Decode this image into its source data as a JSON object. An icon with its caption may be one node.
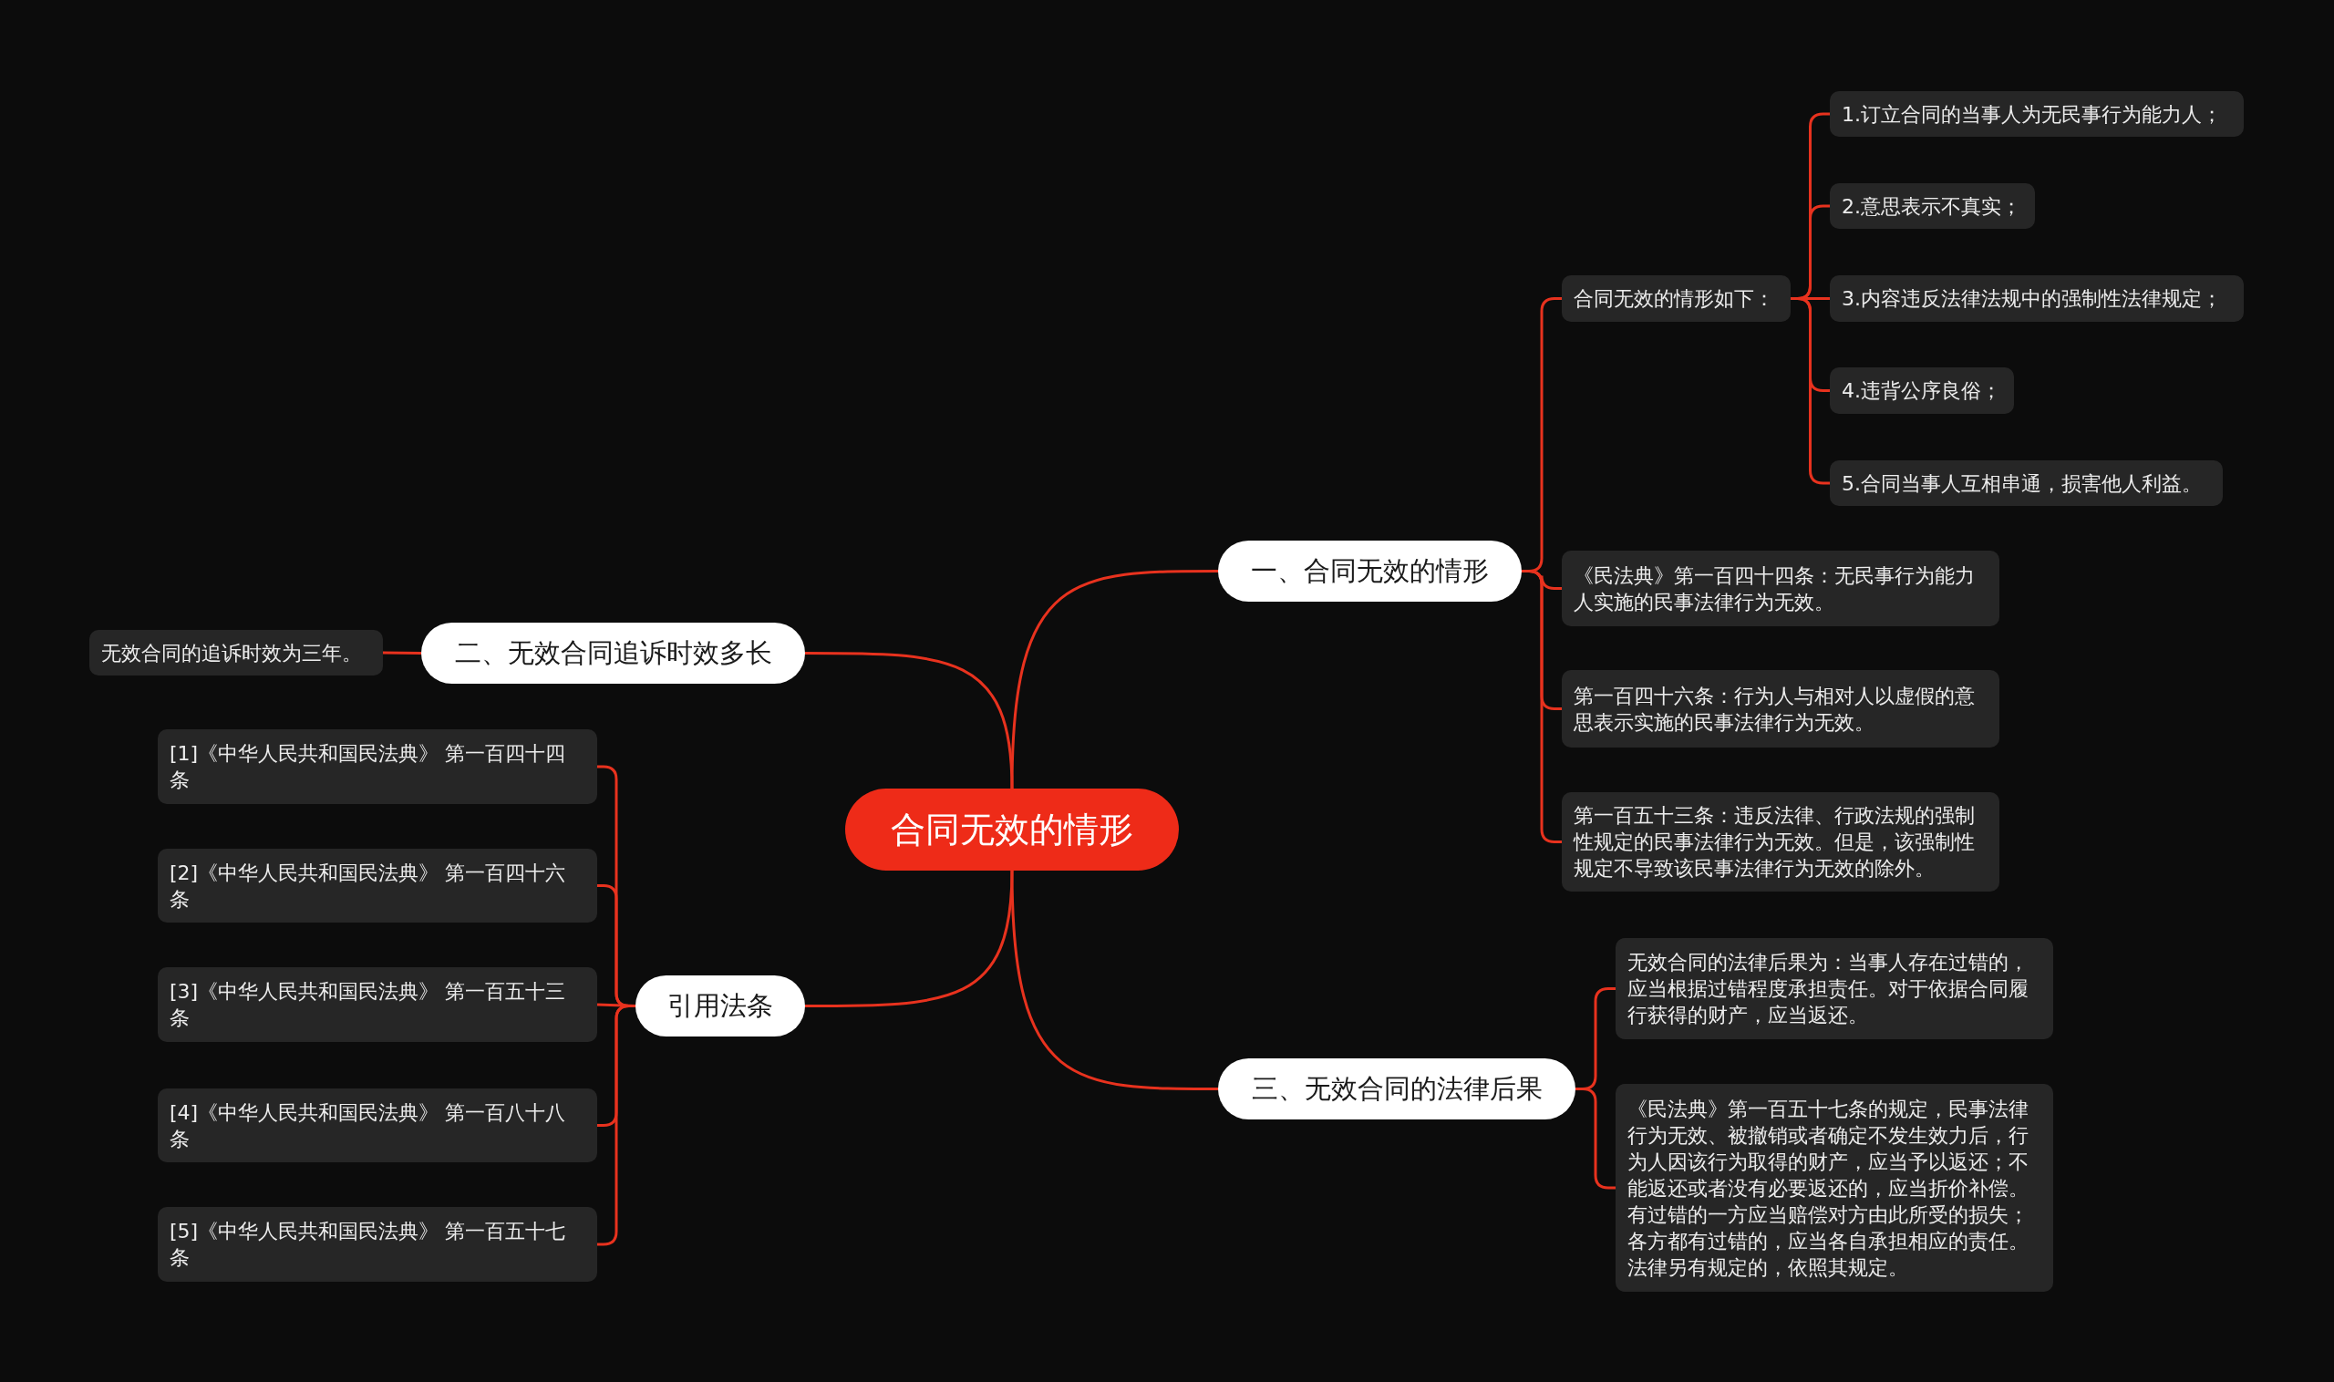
{
  "diagram": {
    "nodes": [
      {
        "text": [
          "合同无效的情形"
        ]
      },
      {
        "text": [
          "一、合同无效的情形"
        ]
      },
      {
        "text": [
          "合同无效的情形如下："
        ]
      },
      {
        "text": [
          "1.订立合同的当事人为无民事行为能力人；"
        ]
      },
      {
        "text": [
          "2.意思表示不真实；"
        ]
      },
      {
        "text": [
          "3.内容违反法律法规中的强制性法律规定；"
        ]
      },
      {
        "text": [
          "4.违背公序良俗；"
        ]
      },
      {
        "text": [
          "5.合同当事人互相串通，损害他人利益。"
        ]
      },
      {
        "text": [
          "《民法典》第一百四十四条：无民事行为能力人实施的民事法律行为无效。"
        ]
      },
      {
        "text": [
          "第一百四十六条：行为人与相对人以虚假的意思表示实施的民事法律行为无效。"
        ]
      },
      {
        "text": [
          "第一百五十三条：违反法律、行政法规的强制性规定的民事法律行为无效。但是，该强制性规定不导致该民事法律行为无效的除外。"
        ]
      },
      {
        "text": [
          "二、无效合同追诉时效多长"
        ]
      },
      {
        "text": [
          "无效合同的追诉时效为三年。"
        ]
      },
      {
        "text": [
          "引用法条"
        ]
      },
      {
        "text": [
          "[1]《中华人民共和国民法典》 第一百四十四条"
        ]
      },
      {
        "text": [
          "[2]《中华人民共和国民法典》 第一百四十六条"
        ]
      },
      {
        "text": [
          "[3]《中华人民共和国民法典》 第一百五十三条"
        ]
      },
      {
        "text": [
          "[4]《中华人民共和国民法典》 第一百八十八条"
        ]
      },
      {
        "text": [
          "[5]《中华人民共和国民法典》 第一百五十七条"
        ]
      },
      {
        "text": [
          "三、无效合同的法律后果"
        ]
      },
      {
        "text": [
          "无效合同的法律后果为：当事人存在过错的，应当根据过错程度承担责任。对于依据合同履行获得的财产，应当返还。"
        ]
      },
      {
        "text": [
          "《民法典》第一百五十七条的规定，民事法律行为无效、被撤销或者确定不发生效力后，行为人因该行为取得的财产，应当予以返还；不能返还或者没有必要返还的，应当折价补偿。有过错的一方应当赔偿对方由此所受的损失；各方都有过错的，应当各自承担相应的责任。法律另有规定的，依照其规定。"
        ]
      }
    ],
    "edges": [
      {
        "from": 0,
        "to": 1,
        "arrow": "none"
      },
      {
        "from": 1,
        "to": 2,
        "arrow": "none"
      },
      {
        "from": 2,
        "to": 3,
        "arrow": "none"
      },
      {
        "from": 2,
        "to": 4,
        "arrow": "none"
      },
      {
        "from": 2,
        "to": 5,
        "arrow": "none"
      },
      {
        "from": 2,
        "to": 6,
        "arrow": "none"
      },
      {
        "from": 2,
        "to": 7,
        "arrow": "none"
      },
      {
        "from": 1,
        "to": 8,
        "arrow": "none"
      },
      {
        "from": 1,
        "to": 9,
        "arrow": "none"
      },
      {
        "from": 1,
        "to": 10,
        "arrow": "none"
      },
      {
        "from": 0,
        "to": 11,
        "arrow": "none"
      },
      {
        "from": 11,
        "to": 12,
        "arrow": "none"
      },
      {
        "from": 0,
        "to": 13,
        "arrow": "none"
      },
      {
        "from": 13,
        "to": 14,
        "arrow": "none"
      },
      {
        "from": 13,
        "to": 15,
        "arrow": "none"
      },
      {
        "from": 13,
        "to": 16,
        "arrow": "none"
      },
      {
        "from": 13,
        "to": 17,
        "arrow": "none"
      },
      {
        "from": 13,
        "to": 18,
        "arrow": "none"
      },
      {
        "from": 0,
        "to": 19,
        "arrow": "none"
      },
      {
        "from": 19,
        "to": 20,
        "arrow": "none"
      },
      {
        "from": 19,
        "to": 21,
        "arrow": "none"
      }
    ]
  }
}
